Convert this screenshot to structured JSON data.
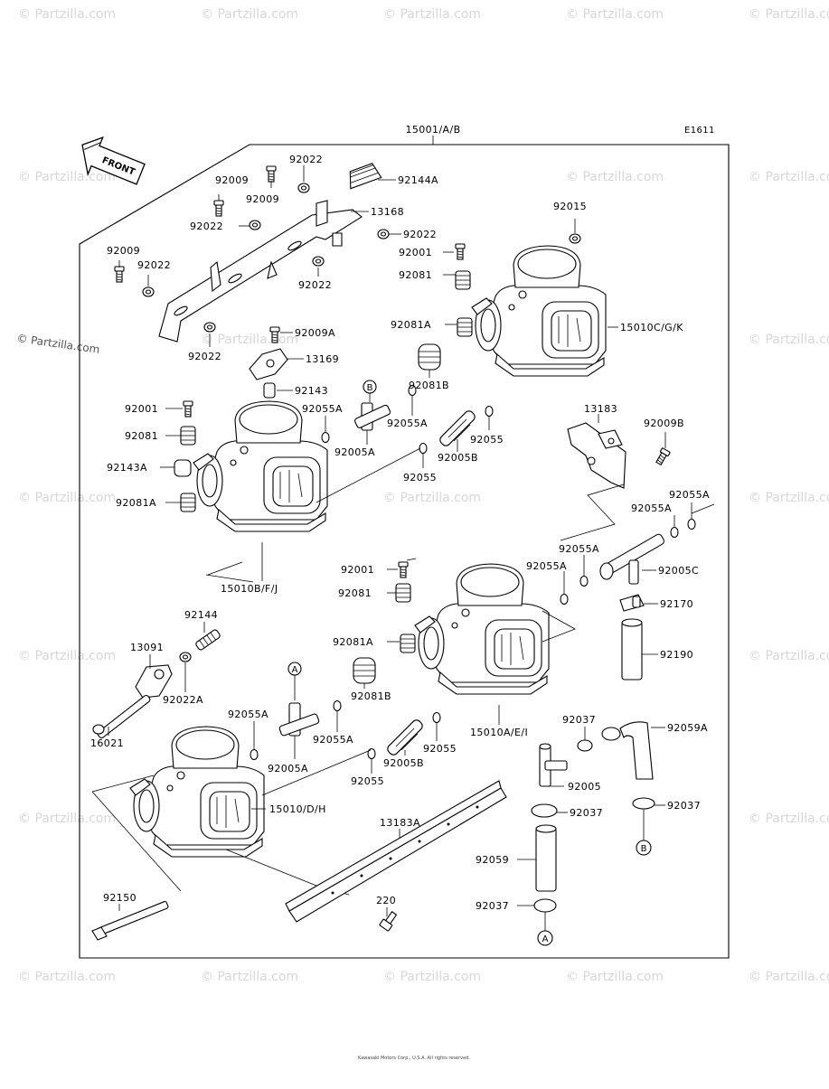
{
  "diagram": {
    "code": "E1611",
    "assembly_label": "15001/A/B",
    "front_label": "FRONT",
    "watermark": "© Partzilla.com",
    "copyright": "Kawasaki Motors Corp., U.S.A. All rights reserved.",
    "callouts": {
      "a": "A",
      "b": "B"
    },
    "labels": {
      "l92022_top": "92022",
      "l92144A": "92144A",
      "l92009_a": "92009",
      "l92009_b": "92009",
      "l13168": "13168",
      "l92022_b": "92022",
      "l92022_c": "92022",
      "l92015": "92015",
      "l92009_c": "92009",
      "l92022_d": "92022",
      "l92001_a": "92001",
      "l92081_a": "92081",
      "l92022_e": "92022",
      "l92022_f": "92022",
      "l92081A_a": "92081A",
      "l15010CGK": "15010C/G/K",
      "l92009A": "92009A",
      "l92081B_a": "92081B",
      "l13169": "13169",
      "l92143": "92143",
      "l92001_b": "92001",
      "l92055A_a": "92055A",
      "l92055A_b": "92055A",
      "l92005A_a": "92005A",
      "l92081_b": "92081",
      "l92005B_a": "92005B",
      "l92055_a": "92055",
      "l13183": "13183",
      "l92009B": "92009B",
      "l92143A": "92143A",
      "l92055_b": "92055",
      "l92081A_b": "92081A",
      "l92055A_c": "92055A",
      "l92055A_d": "92055A",
      "l15010BFJ": "15010B/F/J",
      "l92001_c": "92001",
      "l92055A_e": "92055A",
      "l92081_c": "92081",
      "l92055A_f": "92055A",
      "l92005C": "92005C",
      "l92144": "92144",
      "l92170": "92170",
      "l13091": "13091",
      "l92081A_c": "92081A",
      "l92190": "92190",
      "l92022A": "92022A",
      "l92081B_b": "92081B",
      "l15010AEI": "15010A/E/I",
      "l92055A_g": "92055A",
      "l92055A_h": "92055A",
      "l92037_a": "92037",
      "l92059A": "92059A",
      "l16021": "16021",
      "l92055_c": "92055",
      "l92005A_b": "92005A",
      "l92005B_b": "92005B",
      "l92005": "92005",
      "l92055_d": "92055",
      "l15010DH": "15010/D/H",
      "l92037_b": "92037",
      "l92037_c": "92037",
      "l13183A": "13183A",
      "l92059": "92059",
      "l92150": "92150",
      "l92037_d": "92037",
      "l220": "220"
    }
  }
}
